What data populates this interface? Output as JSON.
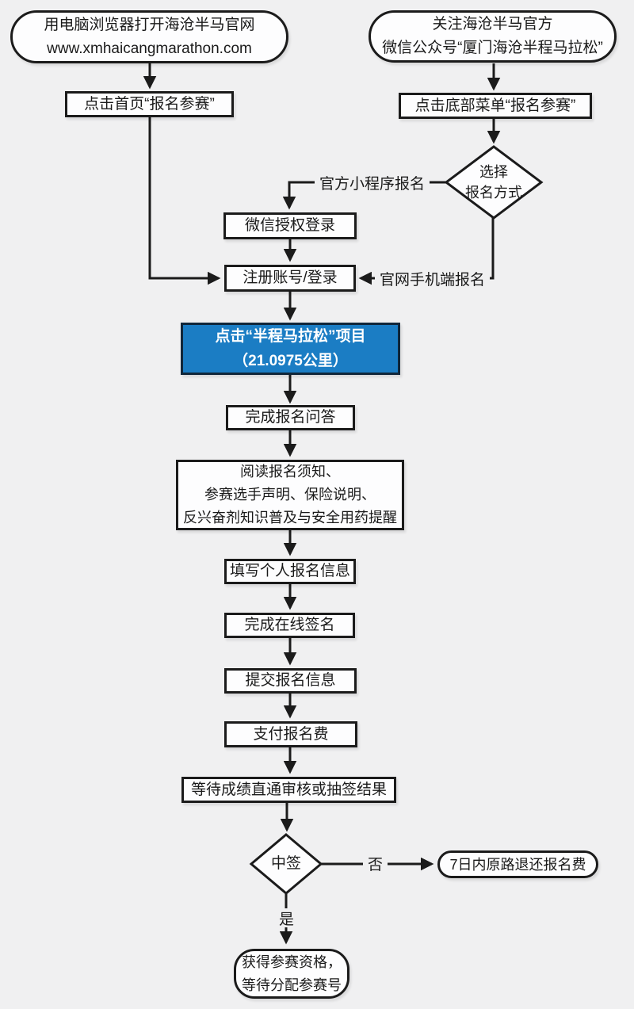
{
  "colors": {
    "background": "#f0f0f1",
    "node_fill": "#fdfdfe",
    "line_color": "#1b1b1b",
    "accent_blue": "#1b7dc4",
    "accent_blue_border": "#10263a",
    "blue_text": "#ffffff"
  },
  "nodes": {
    "start_web": {
      "lines": [
        "用电脑浏览器打开海沧半马官网",
        "www.xmhaicangmarathon.com"
      ]
    },
    "start_wechat": {
      "lines": [
        "关注海沧半马官方",
        "微信公众号“厦门海沧半程马拉松”"
      ]
    },
    "click_home": {
      "label": "点击首页“报名参赛”"
    },
    "click_menu": {
      "label": "点击底部菜单“报名参赛”"
    },
    "choose_method": {
      "lines": [
        "选择",
        "报名方式"
      ]
    },
    "mini_program_label": {
      "label": "官方小程序报名"
    },
    "wechat_login": {
      "label": "微信授权登录"
    },
    "register_login": {
      "label": "注册账号/登录"
    },
    "mobile_web_label": {
      "label": "官网手机端报名"
    },
    "select_event": {
      "lines": [
        "点击“半程马拉松”项目",
        "（21.0975公里）"
      ]
    },
    "qa": {
      "label": "完成报名问答"
    },
    "read_notices": {
      "lines": [
        "阅读报名须知、",
        "参赛选手声明、保险说明、",
        "反兴奋剂知识普及与安全用药提醒"
      ]
    },
    "fill_info": {
      "label": "填写个人报名信息"
    },
    "sign": {
      "label": "完成在线签名"
    },
    "submit": {
      "label": "提交报名信息"
    },
    "pay": {
      "label": "支付报名费"
    },
    "wait_result": {
      "label": "等待成绩直通审核或抽签结果"
    },
    "lottery": {
      "label": "中签"
    },
    "no_label": {
      "label": "否"
    },
    "refund": {
      "label": "7日内原路退还报名费"
    },
    "yes_label": {
      "label": "是"
    },
    "qualify": {
      "lines": [
        "获得参赛资格，",
        "等待分配参赛号"
      ]
    }
  }
}
